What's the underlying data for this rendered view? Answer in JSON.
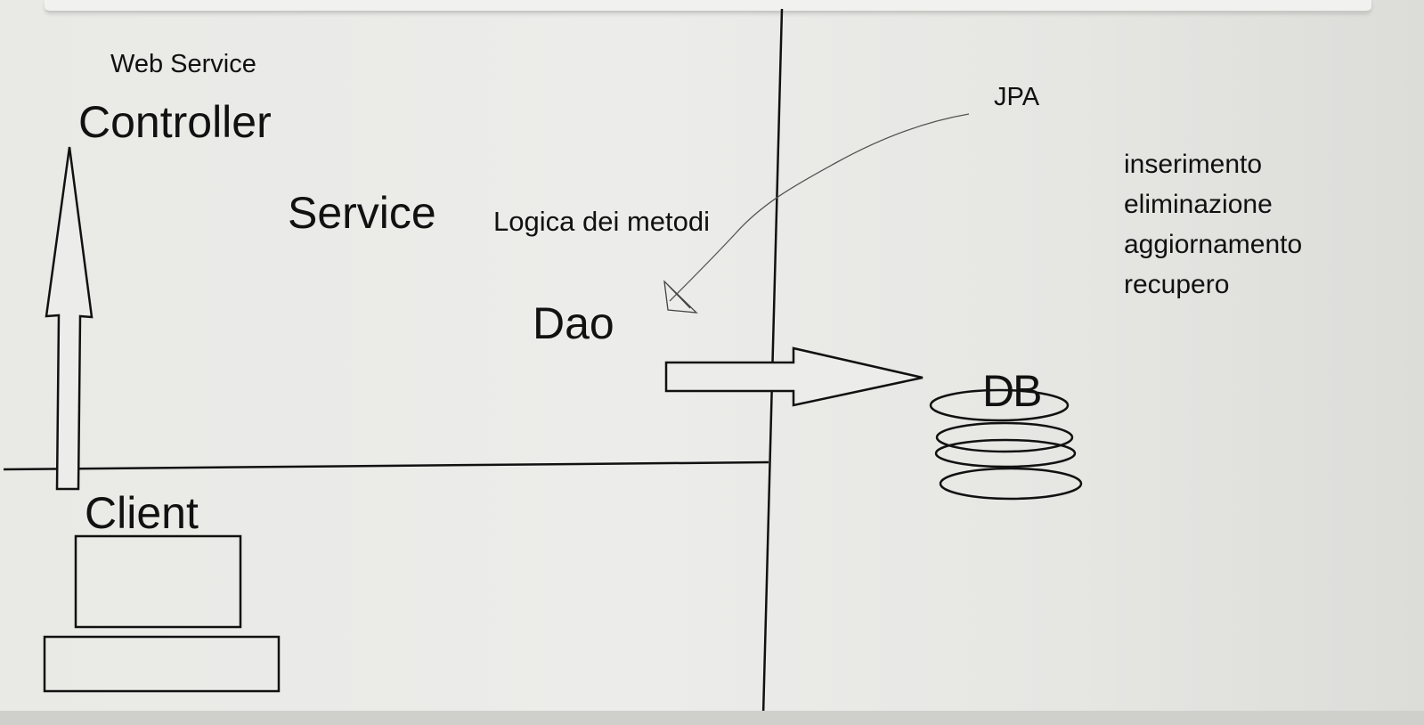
{
  "diagram": {
    "labels": {
      "web_service": "Web Service",
      "controller": "Controller",
      "service": "Service",
      "service_note": "Logica dei metodi",
      "dao": "Dao",
      "jpa": "JPA",
      "db": "DB",
      "client": "Client"
    },
    "operations": [
      "inserimento",
      "eliminazione",
      "aggiornamento",
      "recupero"
    ]
  }
}
